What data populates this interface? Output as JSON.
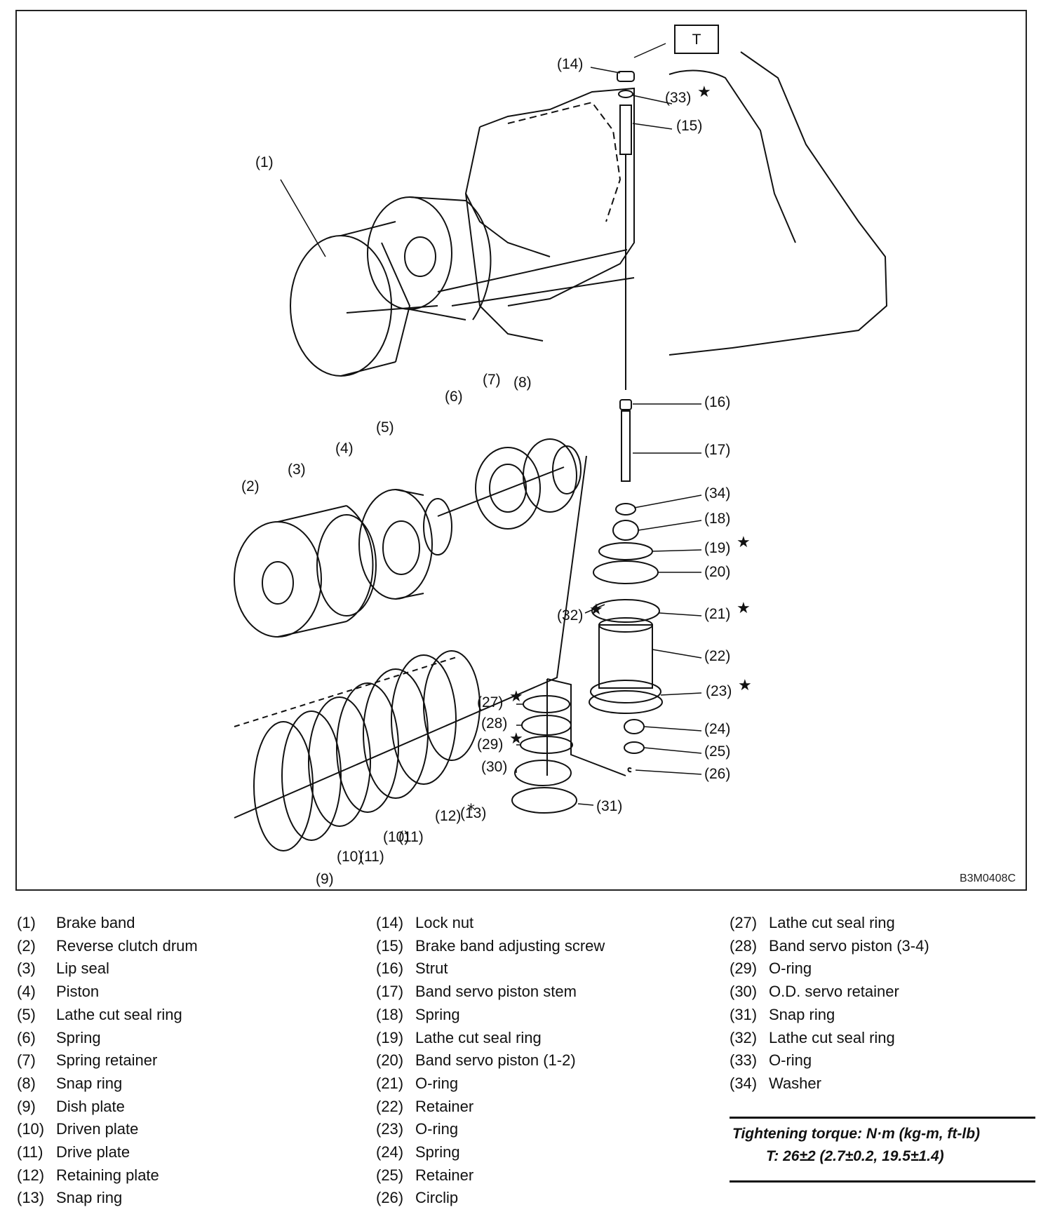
{
  "figure": {
    "id": "B3M0408C",
    "torque_tag": "T",
    "callouts": [
      {
        "label": "(14)"
      },
      {
        "label": "(33)",
        "star": true
      },
      {
        "label": "(15)"
      },
      {
        "label": "(1)"
      },
      {
        "label": "(16)"
      },
      {
        "label": "(17)"
      },
      {
        "label": "(7)"
      },
      {
        "label": "(8)"
      },
      {
        "label": "(6)"
      },
      {
        "label": "(5)"
      },
      {
        "label": "(4)"
      },
      {
        "label": "(3)"
      },
      {
        "label": "(2)"
      },
      {
        "label": "(34)"
      },
      {
        "label": "(18)"
      },
      {
        "label": "(19)",
        "star": true
      },
      {
        "label": "(20)"
      },
      {
        "label": "(32)",
        "star": true
      },
      {
        "label": "(21)",
        "star": true
      },
      {
        "label": "(22)"
      },
      {
        "label": "(23)",
        "star": true
      },
      {
        "label": "(27)",
        "star": true
      },
      {
        "label": "(28)"
      },
      {
        "label": "(29)",
        "star": true
      },
      {
        "label": "(30)"
      },
      {
        "label": "(24)"
      },
      {
        "label": "(25)"
      },
      {
        "label": "(26)"
      },
      {
        "label": "(31)"
      },
      {
        "label": "(12)",
        "asterisk": true
      },
      {
        "label": "(13)"
      },
      {
        "label": "(10)"
      },
      {
        "label": "(11)"
      },
      {
        "label": "(10)"
      },
      {
        "label": "(11)"
      },
      {
        "label": "(9)"
      }
    ]
  },
  "legend": {
    "columns": [
      [
        {
          "num": "(1)",
          "name": "Brake band"
        },
        {
          "num": "(2)",
          "name": "Reverse clutch drum"
        },
        {
          "num": "(3)",
          "name": "Lip seal"
        },
        {
          "num": "(4)",
          "name": "Piston"
        },
        {
          "num": "(5)",
          "name": "Lathe cut seal ring"
        },
        {
          "num": "(6)",
          "name": "Spring"
        },
        {
          "num": "(7)",
          "name": "Spring retainer"
        },
        {
          "num": "(8)",
          "name": "Snap ring"
        },
        {
          "num": "(9)",
          "name": "Dish plate"
        },
        {
          "num": "(10)",
          "name": "Driven plate"
        },
        {
          "num": "(11)",
          "name": "Drive plate"
        },
        {
          "num": "(12)",
          "name": "Retaining plate"
        },
        {
          "num": "(13)",
          "name": "Snap ring"
        }
      ],
      [
        {
          "num": "(14)",
          "name": "Lock nut"
        },
        {
          "num": "(15)",
          "name": "Brake band adjusting screw"
        },
        {
          "num": "(16)",
          "name": "Strut"
        },
        {
          "num": "(17)",
          "name": "Band servo piston stem"
        },
        {
          "num": "(18)",
          "name": "Spring"
        },
        {
          "num": "(19)",
          "name": "Lathe cut seal ring"
        },
        {
          "num": "(20)",
          "name": "Band servo piston (1-2)"
        },
        {
          "num": "(21)",
          "name": "O-ring"
        },
        {
          "num": "(22)",
          "name": "Retainer"
        },
        {
          "num": "(23)",
          "name": "O-ring"
        },
        {
          "num": "(24)",
          "name": "Spring"
        },
        {
          "num": "(25)",
          "name": "Retainer"
        },
        {
          "num": "(26)",
          "name": "Circlip"
        }
      ],
      [
        {
          "num": "(27)",
          "name": "Lathe cut seal ring"
        },
        {
          "num": "(28)",
          "name": "Band servo piston (3-4)"
        },
        {
          "num": "(29)",
          "name": "O-ring"
        },
        {
          "num": "(30)",
          "name": "O.D. servo retainer"
        },
        {
          "num": "(31)",
          "name": "Snap ring"
        },
        {
          "num": "(32)",
          "name": "Lathe cut seal ring"
        },
        {
          "num": "(33)",
          "name": "O-ring"
        },
        {
          "num": "(34)",
          "name": "Washer"
        }
      ]
    ]
  },
  "torque": {
    "heading": "Tightening torque: N·m (kg-m, ft-lb)",
    "value": "T: 26±2 (2.7±0.2, 19.5±1.4)"
  }
}
